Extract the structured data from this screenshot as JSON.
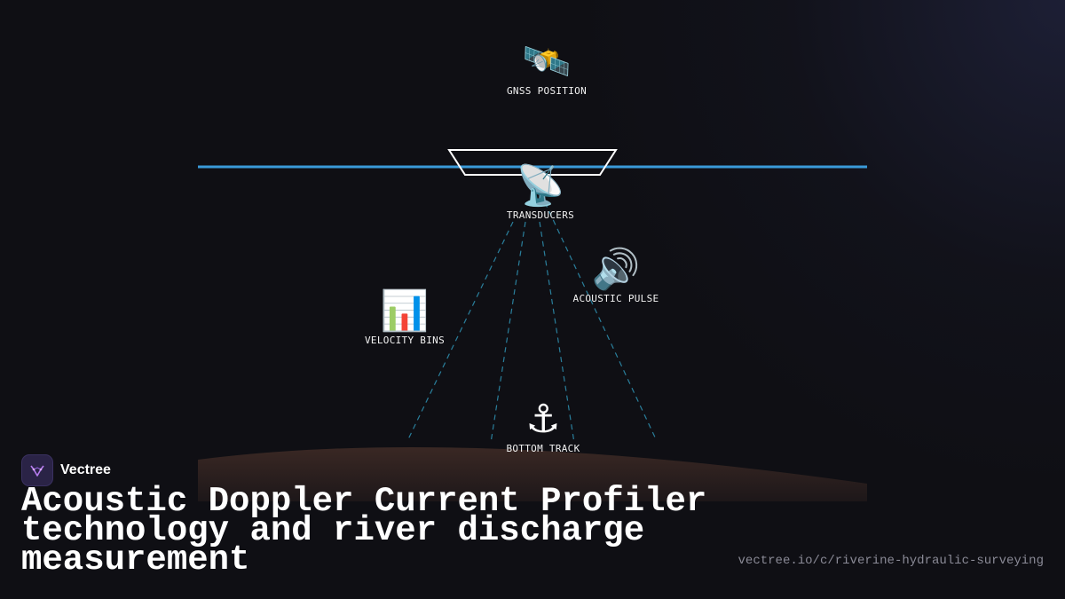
{
  "diagram": {
    "nodes": [
      {
        "id": "gnss",
        "icon": "satellite-icon",
        "glyph": "🛰️",
        "label": "GNSS POSITION"
      },
      {
        "id": "transducers",
        "icon": "satellite-dish-icon",
        "glyph": "📡",
        "label": "TRANSDUCERS"
      },
      {
        "id": "acoustic",
        "icon": "speaker-icon",
        "glyph": "🔊",
        "label": "ACOUSTIC PULSE"
      },
      {
        "id": "velocity",
        "icon": "bar-chart-icon",
        "glyph": "📊",
        "label": "VELOCITY BINS"
      },
      {
        "id": "bottom",
        "icon": "anchor-icon",
        "glyph": "⚓",
        "label": "BOTTOM TRACK"
      }
    ],
    "colors": {
      "water_surface": "#3a9ad9",
      "beams": "#2a7f9c",
      "riverbed": "#3a2824",
      "boat_outline": "#ffffff"
    }
  },
  "brand": {
    "name": "Vectree",
    "logo_icon": "vectree-logo-icon"
  },
  "title": "Acoustic Doppler Current Profiler technology and river discharge measurement",
  "url": "vectree.io/c/riverine-hydraulic-surveying"
}
